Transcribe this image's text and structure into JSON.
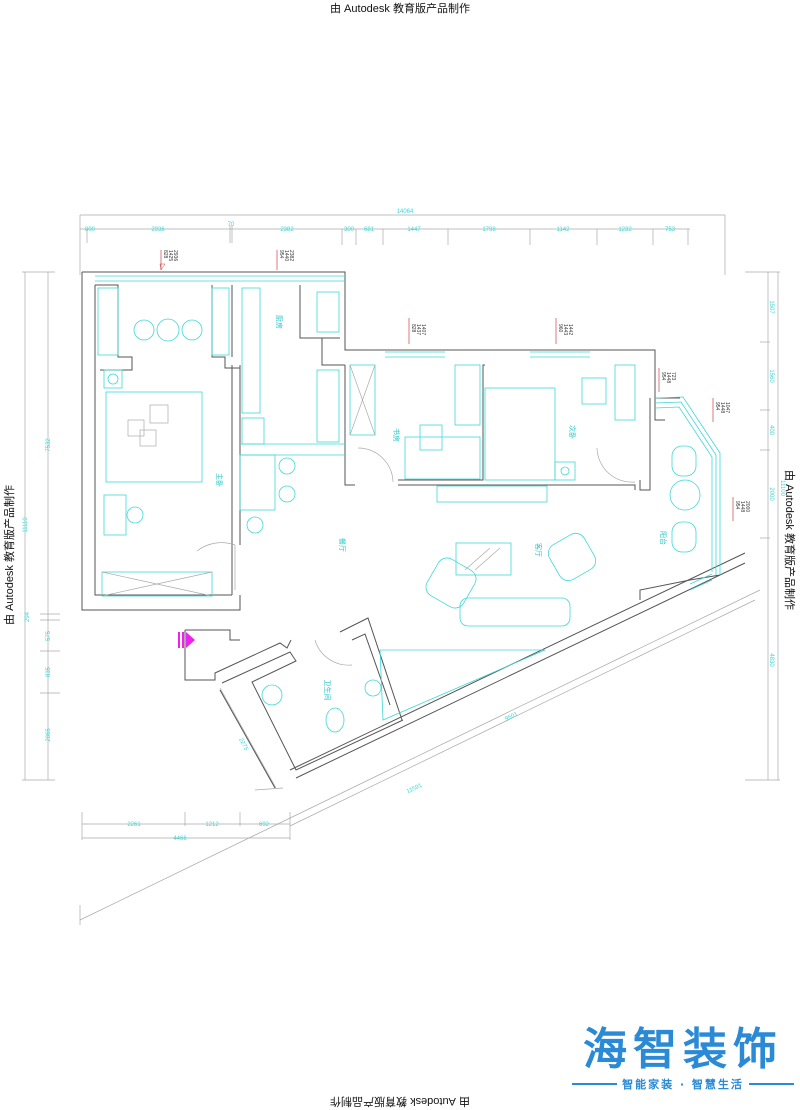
{
  "watermark": "由 Autodesk 教育版产品制作",
  "logo": {
    "name": "海智装饰",
    "tagline": "智能家装 · 智慧生活",
    "color": "#2b8ad6"
  },
  "colors": {
    "wall": "#555555",
    "furniture": "#3fd7d7",
    "entrance_arrow": "#ee22ee",
    "elevation_marker": "#d04040"
  },
  "rooms": {
    "master_bedroom": "主卧",
    "kitchen": "厨房",
    "study": "书房",
    "second_bedroom": "次卧",
    "dining": "餐厅",
    "living": "客厅",
    "balcony": "阳台",
    "bathroom": "卫生间"
  },
  "dims_top": {
    "overall": "14064",
    "segments": [
      "800",
      "2936",
      "70",
      "2382",
      "300",
      "681",
      "1447",
      "1798",
      "1142",
      "1232",
      "753"
    ]
  },
  "dims_left": {
    "overall": "11110",
    "segments": [
      "7532",
      "294",
      "575",
      "835",
      "2865"
    ]
  },
  "dims_right": {
    "overall": "11100",
    "segments": [
      "1507",
      "1560",
      "400",
      "2000",
      "4830"
    ]
  },
  "dims_bottom": {
    "overall": "4466",
    "segments": [
      "2261",
      "1212",
      "692"
    ]
  },
  "dims_diagonal": {
    "inner": "9501",
    "outer": "11591",
    "bath_side": "2275"
  },
  "elevation_markers": [
    [
      "828",
      "1425",
      "2936"
    ],
    [
      "954",
      "1440",
      "2382"
    ],
    [
      "828",
      "1437",
      "1407"
    ],
    [
      "960",
      "1443",
      "1442"
    ],
    [
      "954",
      "1448",
      "723"
    ],
    [
      "954",
      "1448",
      "1047"
    ],
    [
      "954",
      "1448",
      "2000"
    ]
  ]
}
